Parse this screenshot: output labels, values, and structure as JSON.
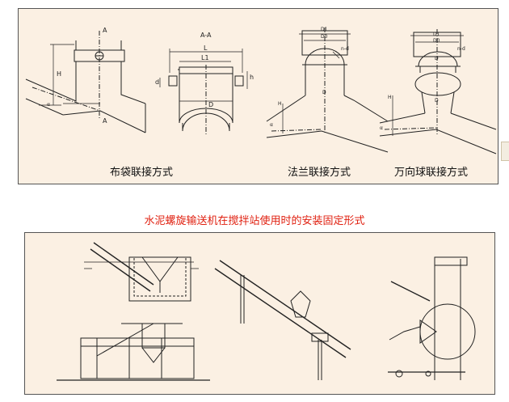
{
  "title": "水泥螺旋输送机在搅拌站使用时的安装固定形式",
  "connections": [
    {
      "caption": "布袋联接方式"
    },
    {
      "caption": "法兰联接方式"
    },
    {
      "caption": "万向球联接方式"
    }
  ],
  "labels": {
    "A_top": "A",
    "A_bottom": "A",
    "section": "A-A",
    "H": "H",
    "alpha": "α",
    "L": "L",
    "L1": "L1",
    "D": "D",
    "d": "d",
    "h": "h",
    "D1": "D1",
    "D0": "D0",
    "nd": "n-d",
    "H_flange": "H",
    "alpha_flange": "α",
    "D_flange": "D",
    "D1_ball": "D1",
    "D0_ball": "D0",
    "nd_ball": "n-d",
    "D_ball": "D",
    "H_ball": "H",
    "alpha_ball": "α",
    "D_ball_lower": "D"
  }
}
